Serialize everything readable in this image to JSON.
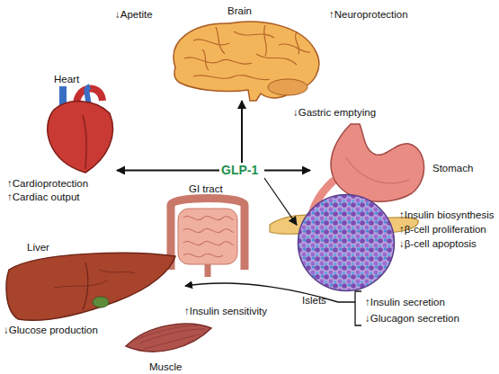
{
  "diagram": {
    "nodes": [
      {
        "text": [
          "Brain",
          "↓Apetite",
          "↑Neuroprotection"
        ]
      },
      {
        "text": [
          "Heart",
          "↑Cardioprotection",
          "↑Cardiac output"
        ]
      },
      {
        "text": [
          "GLP-1"
        ]
      },
      {
        "text": [
          "↓Gastric emptying",
          "Stomach"
        ]
      },
      {
        "text": [
          "GI tract"
        ]
      },
      {
        "text": [
          "Islets",
          "↑Insulin biosynthesis",
          "↑β-cell proliferation",
          "↓β-cell apoptosis"
        ]
      },
      {
        "text": [
          "Liver",
          "↓Glucose production"
        ]
      },
      {
        "text": [
          "Muscle"
        ]
      }
    ],
    "edges": [
      {
        "from": 2,
        "to": 0,
        "arrow": "to"
      },
      {
        "from": 2,
        "to": 1,
        "arrow": "to"
      },
      {
        "from": 2,
        "to": 3,
        "arrow": "to"
      },
      {
        "from": 2,
        "to": 5,
        "arrow": "to"
      }
    ],
    "labels": [
      "↑Insulin sensitivity",
      "↑Insulin secretion",
      "↓Glucagon secretion"
    ]
  }
}
